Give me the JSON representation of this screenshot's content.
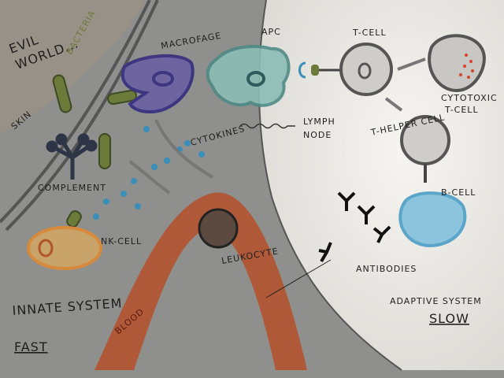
{
  "labels": {
    "evil_world": [
      "EVIL",
      "WORLD..."
    ],
    "bacteria": "BACTERIA",
    "skin": "SKIN",
    "macrophage": "MACROFAGE",
    "apc": "APC",
    "t_cell": "T-CELL",
    "cytokines": "CYTOKINES",
    "lymph_node": [
      "LYMPH",
      "NODE"
    ],
    "cytotoxic": [
      "CYTOTOXIC",
      "T-CELL"
    ],
    "t_helper": "T-HELPER CELL",
    "complement": "COMPLEMENT",
    "nk_cell": "NK-CELL",
    "leukocyte": "LEUKOCYTE",
    "b_cell": "B-CELL",
    "antibodies": "ANTIBODIES",
    "blood": "BLOOD",
    "innate_system": "INNATE SYSTEM",
    "fast": "FAST",
    "adaptive_system": "ADAPTIVE SYSTEM",
    "slow": "SLOW"
  },
  "colors": {
    "background": "#8f8f8d",
    "adaptive_bg": "#f1f0ec",
    "macrophage": "#5a4f8f",
    "apc": "#4f8a86",
    "bacteria": "#6c7a3a",
    "cytokine": "#3a8fb8",
    "blood": "#b5502a",
    "b_cell": "#5ba5c9",
    "nk_cell": "#d88a3c"
  }
}
